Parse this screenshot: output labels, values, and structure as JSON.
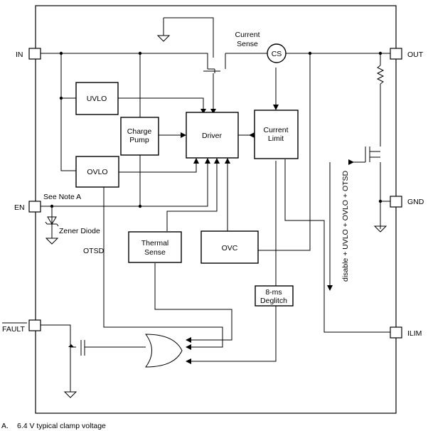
{
  "pins": {
    "in": "IN",
    "en": "EN",
    "fault": "FAULT",
    "out": "OUT",
    "gnd": "GND",
    "ilim": "ILIM"
  },
  "blocks": {
    "uvlo": "UVLO",
    "ovlo": "OVLO",
    "charge_pump": [
      "Charge",
      "Pump"
    ],
    "driver": "Driver",
    "current_limit": [
      "Current",
      "Limit"
    ],
    "thermal_sense": [
      "Thermal",
      "Sense"
    ],
    "ovc": "OVC",
    "deglitch": [
      "8-ms",
      "Deglitch"
    ],
    "cs": "CS"
  },
  "labels": {
    "current_sense": [
      "Current",
      "Sense"
    ],
    "see_note": "See Note A",
    "zener": "Zener Diode",
    "otsd": "OTSD",
    "disable": "disable + UVLO + OVLO + OTSD"
  },
  "footnote": {
    "marker": "A.",
    "text": "6.4 V typical clamp voltage"
  }
}
